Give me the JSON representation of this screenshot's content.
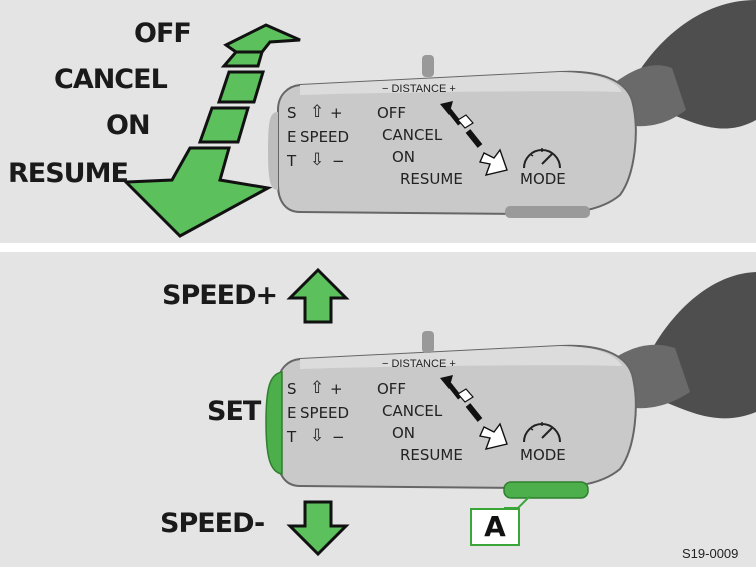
{
  "top": {
    "states": [
      "OFF",
      "CANCEL",
      "ON",
      "RESUME"
    ]
  },
  "bottom": {
    "speed_plus": "SPEED+",
    "set": "SET",
    "speed_minus": "SPEED-",
    "callout": "A"
  },
  "lever": {
    "distance": "− DISTANCE +",
    "set_letters": [
      "S",
      "E",
      "T"
    ],
    "plus": "+",
    "speed": "SPEED",
    "minus": "−",
    "off": "OFF",
    "cancel": "CANCEL",
    "on": "ON",
    "resume": "RESUME",
    "mode": "MODE"
  },
  "ref": "S19-0009",
  "colors": {
    "arrow_green": "#5cc05c",
    "outline": "#111111",
    "lever_body": "#c9c9c9",
    "stalk": "#555555",
    "button_green": "#4caf4c",
    "panel_bg": "#e4e4e4"
  }
}
